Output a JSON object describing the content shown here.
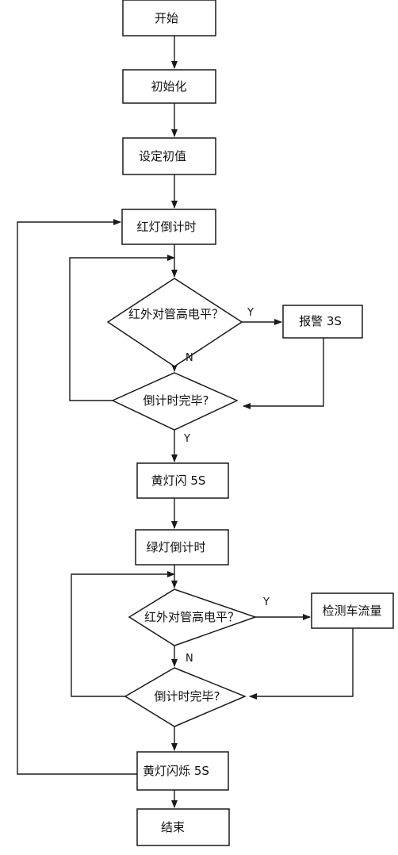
{
  "nodes": {
    "start": "开始",
    "init": "初始化",
    "set_initial": "设定初值",
    "red_countdown": "红灯倒计时",
    "ir_check_1": "红外对管高电平？",
    "alarm": "报警 3S",
    "countdown_done_1": "倒计时完毕?",
    "yellow_flash_1": "黄灯闪 5S",
    "green_countdown": "绿灯倒计时",
    "ir_check_2": "红外对管高电平？",
    "detect_traffic": "检测车流量",
    "countdown_done_2": "倒计时完毕?",
    "yellow_flash_2": "黄灯闪烁 5S",
    "end": "结束"
  },
  "edge_labels": {
    "ir1_yes": "Y",
    "ir1_no": "N",
    "done1_yes": "Y",
    "ir2_yes": "Y",
    "ir2_no": "N"
  },
  "colors": {
    "stroke": "#1a1a1a",
    "text": "#111111",
    "background": "#ffffff"
  }
}
